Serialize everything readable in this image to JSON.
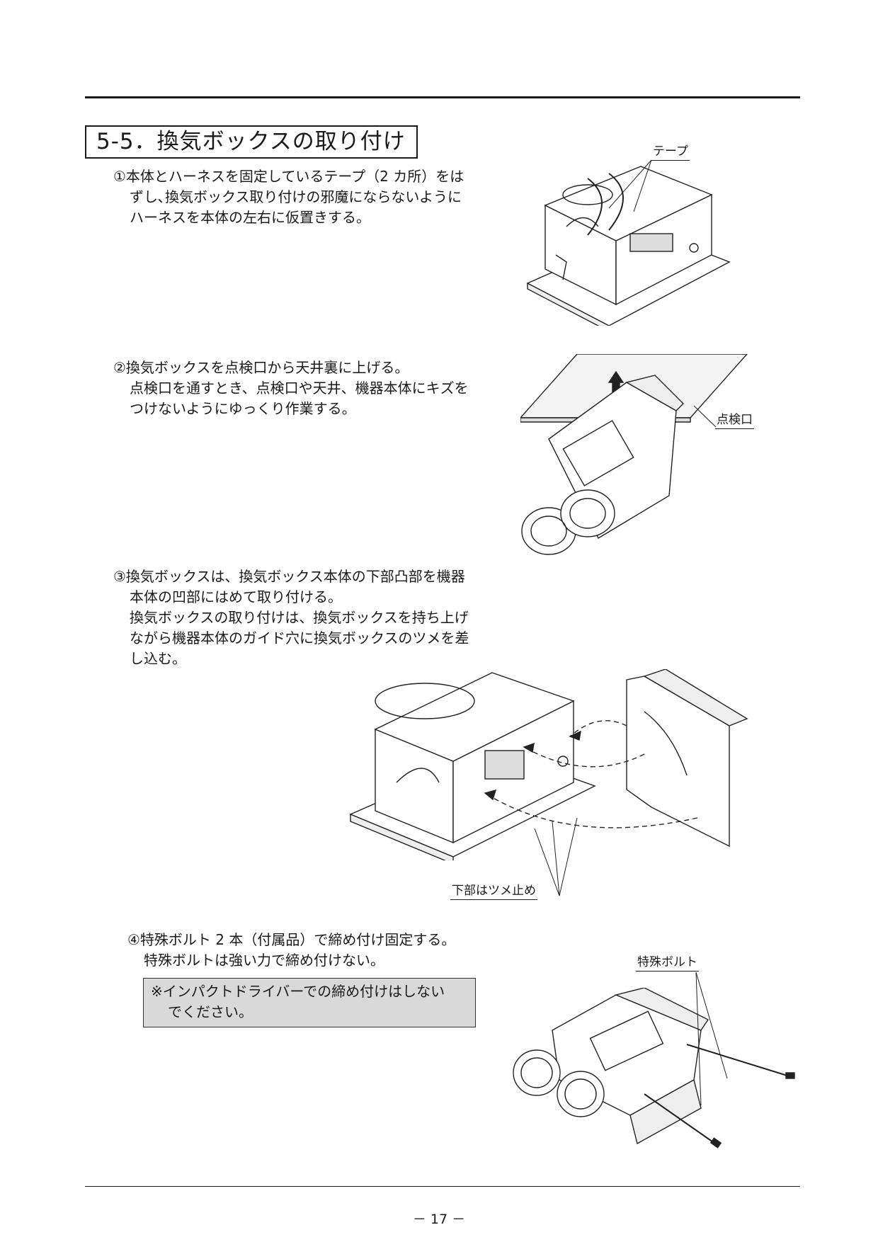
{
  "section": {
    "title": "5-5．換気ボックスの取り付け"
  },
  "steps": [
    {
      "lines": [
        "①本体とハーネスを固定しているテープ（2 カ所）をは",
        "ずし､換気ボックス取り付けの邪魔にならないように",
        "ハーネスを本体の左右に仮置きする。"
      ]
    },
    {
      "lines": [
        "②換気ボックスを点検口から天井裏に上げる。",
        "点検口を通すとき、点検口や天井、機器本体にキズを",
        "つけないようにゆっくり作業する。"
      ]
    },
    {
      "lines": [
        "③換気ボックスは、換気ボックス本体の下部凸部を機器",
        "本体の凹部にはめて取り付ける。",
        "換気ボックスの取り付けは、換気ボックスを持ち上げ",
        "ながら機器本体のガイド穴に換気ボックスのツメを差",
        "し込む。"
      ]
    },
    {
      "lines": [
        "④特殊ボルト 2 本（付属品）で締め付け固定する。",
        "特殊ボルトは強い力で締め付けない。"
      ]
    }
  ],
  "note": {
    "lines": [
      "※インパクトドライバーでの締め付けはしない",
      "でください。"
    ]
  },
  "callouts": {
    "tape": "テープ",
    "inspection": "点検口",
    "claw": "下部はツメ止め",
    "bolt": "特殊ボルト"
  },
  "footer": {
    "page_number": "－ 17 －"
  }
}
